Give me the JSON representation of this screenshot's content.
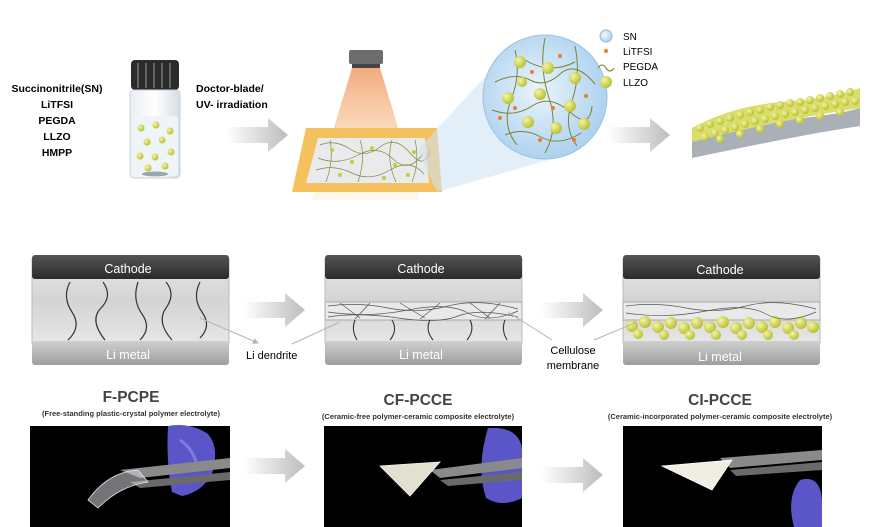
{
  "top": {
    "ingredients": [
      "Succinonitrile(SN)",
      "LiTFSI",
      "PEGDA",
      "LLZO",
      "HMPP"
    ],
    "process_line1": "Doctor-blade/",
    "process_line2": "UV- irradiation",
    "legend": [
      {
        "label": "SN",
        "symbol": "sn-circle-icon",
        "color": "#cfe3f3"
      },
      {
        "label": "LiTFSI",
        "symbol": "orange-dot-icon",
        "color": "#f07a2a"
      },
      {
        "label": "PEGDA",
        "symbol": "wavy-line-icon",
        "color": "#8a8f2a"
      },
      {
        "label": "LLZO",
        "symbol": "yellow-sphere-icon",
        "color": "#c8cc3a"
      }
    ]
  },
  "cells": {
    "cathode_label": "Cathode",
    "anode_label": "Li metal",
    "annotations": {
      "dendrite": "Li dendrite",
      "membrane_line1": "Cellulose",
      "membrane_line2": "membrane"
    }
  },
  "samples": [
    {
      "title": "F-PCPE",
      "subtitle": "(Free-standing plastic-crystal polymer electrolyte)"
    },
    {
      "title": "CF-PCCE",
      "subtitle": "(Ceramic-free polymer-ceramic composite electrolyte)"
    },
    {
      "title": "CI-PCCE",
      "subtitle": "(Ceramic-incorporated polymer-ceramic composite electrolyte)"
    }
  ],
  "colors": {
    "cathode": "#3a3a3a",
    "separator": "#d8d8d8",
    "anode": "#b9b9b9",
    "llzo": "#d4d85a",
    "arrow": "#c9c9c9",
    "glove": "#5b56c8"
  }
}
